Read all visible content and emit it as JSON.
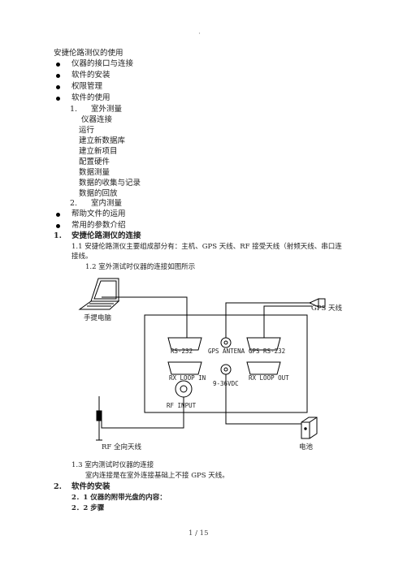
{
  "header_mark": "·",
  "title": "安捷伦路测仪的使用",
  "bullets": [
    "仪器的接口与连接",
    "软件的安装",
    "权限管理",
    "软件的使用"
  ],
  "sub1": {
    "num": "1.",
    "label": "室外测量"
  },
  "sub1_items": [
    "仪器连接",
    "运行",
    "建立新数据库",
    "建立新项目",
    "配置硬件",
    "数据测量",
    "数据的收集与记录",
    "数据的回放"
  ],
  "sub2": {
    "num": "2.",
    "label": "室内测量"
  },
  "bullets2": [
    "帮助文件的运用",
    "常用的参数介绍"
  ],
  "section1": {
    "num": "1.",
    "title": "安捷伦路测仪的连接"
  },
  "p11_a": "1.1 安捷伦路测仪主要组成部分有：主机、GPS 天线、RF 接受天线（射频天线、串口连",
  "p11_b": "接线。",
  "p12": "1.2 室外测试时仪器的连接如图所示",
  "diagram": {
    "laptop": "手提电脑",
    "gps_antenna": "GPS  天线",
    "rs232_left": "RS-232",
    "gps_antena": "GPS  ANTENA",
    "gps_rs232": "GPS  RS-232",
    "rx_loop_in": "RX LOOP IN",
    "rx_loop_out": "RX   LOOP OUT",
    "vdc": "9-36VDC",
    "rf_input": "RF   INPUT",
    "rf_antenna": "RF 全向天线",
    "battery": "电池"
  },
  "p13": "1.3 室内测试时仪器的连接",
  "p13_body": "室内连接是在室外连接基础上不接 GPS 天线。",
  "section2": {
    "num": "2.",
    "title": "软件的安装"
  },
  "s21": "2．1 仪器的附带光盘的内容：",
  "s22": "2．2 步骤",
  "footer": "1  /  15"
}
